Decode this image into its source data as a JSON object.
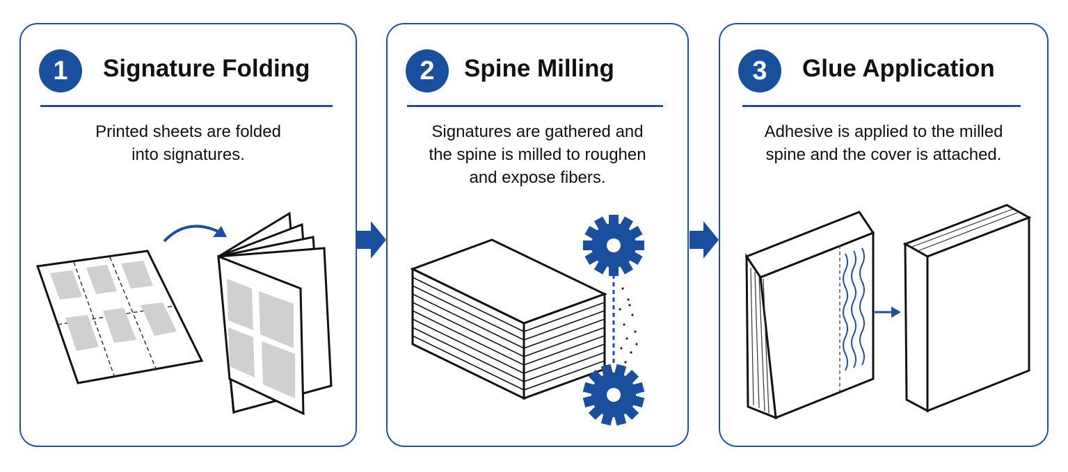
{
  "steps": [
    {
      "number": "1",
      "title": "Signature Folding",
      "description": [
        "Printed sheets are folded",
        "into signatures."
      ]
    },
    {
      "number": "2",
      "title": "Spine Milling",
      "description": [
        "Signatures are gathered and",
        "the spine is milled to roughen",
        "and expose fibers."
      ]
    },
    {
      "number": "3",
      "title": "Glue Application",
      "description": [
        "Adhesive is applied to the milled",
        "spine and the cover is attached."
      ]
    }
  ],
  "colors": {
    "accent": "#1f4fa0",
    "badge": "#1a4f9e",
    "ink": "#111111",
    "page_gray": "#d0d0d0"
  },
  "icons": [
    "right-arrow-icon",
    "gear-icon",
    "curved-arrow-icon"
  ]
}
